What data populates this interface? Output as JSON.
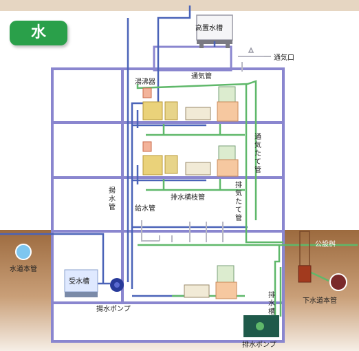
{
  "badge": "水",
  "labels": {
    "high_tank": "高置水槽",
    "vent_port": "通気口",
    "vent_pipe": "通気管",
    "water_heater": "湯沸器",
    "vent_riser": [
      "通",
      "気",
      "た",
      "て",
      "管"
    ],
    "pumping_pipe": [
      "揚",
      "水",
      "管"
    ],
    "drain_branch": "排水横枝管",
    "supply_pipe": "給水管",
    "drain_vent_riser": [
      "排",
      "気",
      "た",
      "て",
      "管"
    ],
    "public_basin": "公設桝",
    "water_main": "水道本管",
    "receiving_tank": "受水槽",
    "pump": "揚水ポンプ",
    "drain_tank": [
      "排",
      "水",
      "槽"
    ],
    "sewer_main": "下水道本管",
    "drain_pump": "排水ポンプ"
  },
  "colors": {
    "building": "#8a86cf",
    "supply": "#4a63b8",
    "drain": "#5fb86a",
    "ground": "#a9794f",
    "top_band": "#e8d8c4"
  }
}
